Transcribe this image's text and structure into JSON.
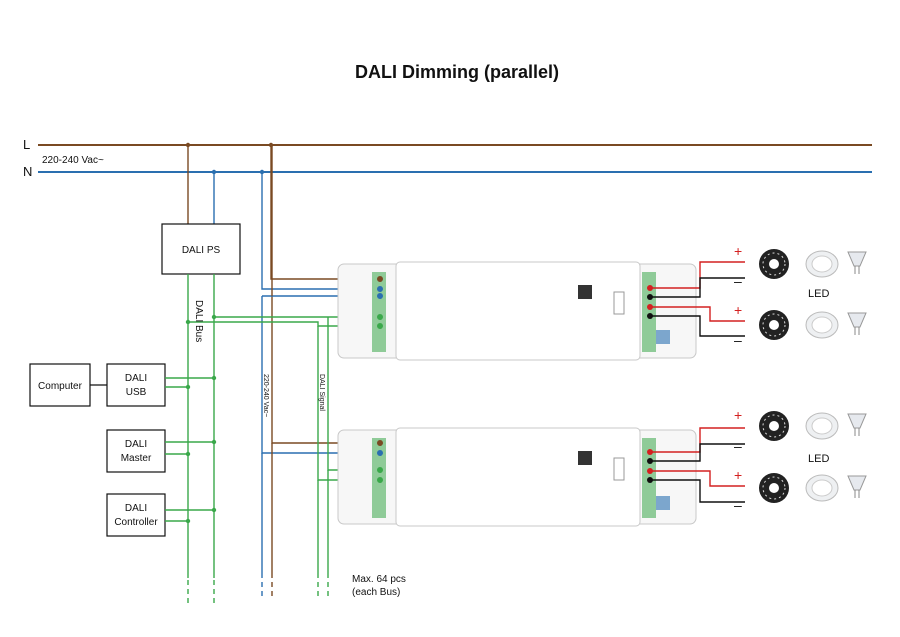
{
  "title": "DALI Dimming (parallel)",
  "mains": {
    "line_label": "L",
    "neutral_label": "N",
    "voltage_label": "220-240 Vac~"
  },
  "boxes": {
    "ps": "DALI PS",
    "computer": "Computer",
    "usb": [
      "DALI",
      "USB"
    ],
    "master": [
      "DALI",
      "Master"
    ],
    "controller": [
      "DALI",
      "Controller"
    ]
  },
  "bus_label": "DALI   Bus",
  "vertical_labels": {
    "vac": "220-240 Vac~",
    "signal": "DALI Signal"
  },
  "max_note": [
    "Max. 64 pcs",
    "(each Bus)"
  ],
  "outputs": {
    "plus": "+",
    "minus": "–",
    "led_label": "LED"
  },
  "colors": {
    "line": "#7a4a23",
    "neutral": "#2a6fb0",
    "bus": "#3aa84a",
    "output_plus": "#d42020",
    "output_minus": "#111111"
  },
  "icons": [
    "led-strip-icon",
    "downlight-icon",
    "mr16-bulb-icon"
  ]
}
